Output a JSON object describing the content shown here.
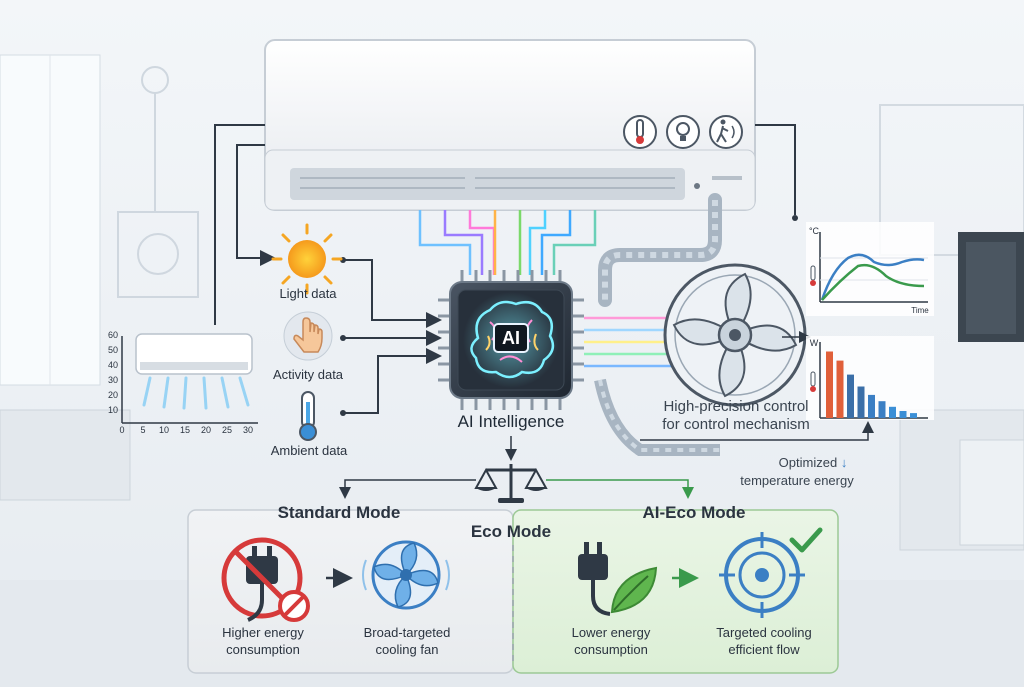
{
  "inputs": {
    "light": "Light data",
    "activity": "Activity data",
    "ambient": "Ambient data"
  },
  "chip": {
    "badge": "AI",
    "caption": "AI Intelligence"
  },
  "control": {
    "line1": "High-precision control",
    "line2": "for control mechanism"
  },
  "optimized": {
    "line1": "Optimized",
    "arrow": "↓",
    "line2": "temperature energy"
  },
  "eco_mode": "Eco Mode",
  "standard": {
    "title": "Standard Mode",
    "item1": {
      "line1": "Higher energy",
      "line2": "consumption"
    },
    "item2": {
      "line1": "Broad-targeted",
      "line2": "cooling fan"
    }
  },
  "ai_eco": {
    "title": "AI-Eco Mode",
    "item1": {
      "line1": "Lower energy",
      "line2": "consumption"
    },
    "item2": {
      "line1": "Targeted cooling",
      "line2": "efficient flow"
    }
  },
  "left_chart": {
    "y_ticks": [
      "60",
      "50",
      "40",
      "30",
      "20",
      "10"
    ],
    "x_ticks": [
      "0",
      "5",
      "10",
      "15",
      "20",
      "25",
      "30"
    ]
  },
  "temp_chart": {
    "unit": "°C",
    "x_label": "Time"
  },
  "power_chart": {
    "unit": "W",
    "values": [
      0.95,
      0.82,
      0.62,
      0.45,
      0.33,
      0.24,
      0.16,
      0.1,
      0.07
    ]
  },
  "colors": {
    "accent_green": "#3a9a4c",
    "accent_blue": "#3b7fc4",
    "prohibited_red": "#d63a3a"
  }
}
